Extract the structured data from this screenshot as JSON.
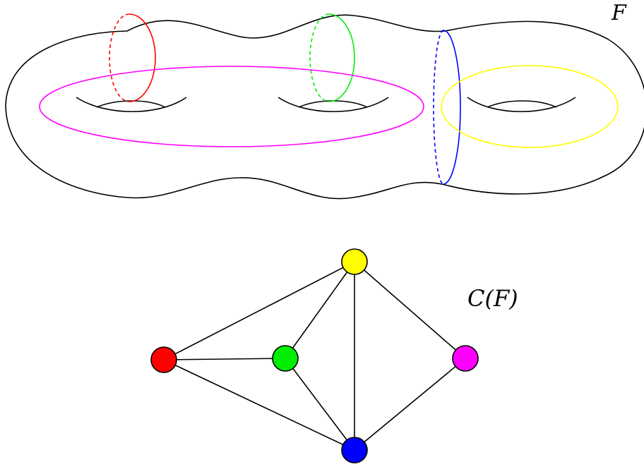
{
  "surface": {
    "label": "F",
    "curves": [
      {
        "id": "red",
        "color": "#ff0000"
      },
      {
        "id": "green",
        "color": "#00ee00"
      },
      {
        "id": "blue",
        "color": "#0000ff"
      },
      {
        "id": "magenta",
        "color": "#ff00ff"
      },
      {
        "id": "yellow",
        "color": "#ffff00"
      }
    ]
  },
  "graph": {
    "label": "C(F)",
    "vertices": [
      {
        "id": "yellow",
        "color": "#ffff00"
      },
      {
        "id": "red",
        "color": "#ff0000"
      },
      {
        "id": "green",
        "color": "#00ee00"
      },
      {
        "id": "magenta",
        "color": "#ff00ff"
      },
      {
        "id": "blue",
        "color": "#0000ff"
      }
    ],
    "edges": [
      [
        "red",
        "yellow"
      ],
      [
        "red",
        "green"
      ],
      [
        "red",
        "blue"
      ],
      [
        "green",
        "yellow"
      ],
      [
        "green",
        "blue"
      ],
      [
        "yellow",
        "blue"
      ],
      [
        "yellow",
        "magenta"
      ],
      [
        "magenta",
        "blue"
      ]
    ]
  }
}
